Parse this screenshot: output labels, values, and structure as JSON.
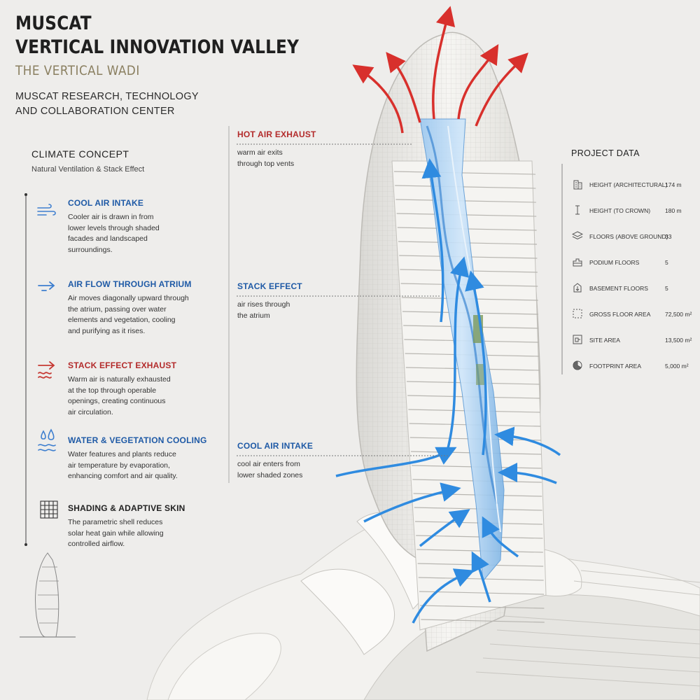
{
  "header": {
    "title_line1": "MUSCAT",
    "title_line2": "VERTICAL INNOVATION VALLEY",
    "subtitle": "THE VERTICAL WADI",
    "center_line1": "MUSCAT RESEARCH, TECHNOLOGY",
    "center_line2": "AND COLLABORATION CENTER"
  },
  "climate": {
    "heading": "CLIMATE CONCEPT",
    "subheading": "Natural Ventilation & Stack Effect",
    "items": [
      {
        "icon": "wind-icon",
        "title": "COOL AIR INTAKE",
        "color": "#1f5aa6",
        "lines": [
          "Cooler air is drawn in from",
          "lower levels through shaded",
          "facades and landscaped",
          "surroundings."
        ]
      },
      {
        "icon": "arrow-right-icon",
        "title": "AIR FLOW THROUGH ATRIUM",
        "color": "#1f5aa6",
        "lines": [
          "Air moves diagonally upward through",
          "the atrium, passing over water",
          "elements and vegetation, cooling",
          "and purifying as it rises."
        ]
      },
      {
        "icon": "heat-exhaust-icon",
        "title": "STACK EFFECT EXHAUST",
        "color": "#b32b2b",
        "lines": [
          "Warm air is naturally exhausted",
          "at the top through operable",
          "openings, creating continuous",
          "air circulation."
        ]
      },
      {
        "icon": "water-drops-icon",
        "title": "WATER & VEGETATION COOLING",
        "color": "#1f5aa6",
        "lines": [
          "Water features and plants reduce",
          "air temperature by evaporation,",
          "enhancing comfort and air quality."
        ]
      },
      {
        "icon": "grid-skin-icon",
        "title": "SHADING & ADAPTIVE SKIN",
        "color": "#222222",
        "lines": [
          "The parametric shell reduces",
          "solar heat gain while allowing",
          "controlled airflow."
        ]
      }
    ]
  },
  "callouts": [
    {
      "title": "HOT AIR EXHAUST",
      "color": "#b32b2b",
      "lines": [
        "warm air exits",
        "through top vents"
      ]
    },
    {
      "title": "STACK EFFECT",
      "color": "#1f5aa6",
      "lines": [
        "air rises through",
        "the atrium"
      ]
    },
    {
      "title": "COOL AIR INTAKE",
      "color": "#1f5aa6",
      "lines": [
        "cool air enters from",
        "lower shaded zones"
      ]
    }
  ],
  "project": {
    "heading": "PROJECT DATA",
    "rows": [
      {
        "icon": "building-height-icon",
        "label": "HEIGHT (ARCHITECTURAL)",
        "value": "174 m"
      },
      {
        "icon": "crown-height-icon",
        "label": "HEIGHT (TO CROWN)",
        "value": "180 m"
      },
      {
        "icon": "floors-stack-icon",
        "label": "FLOORS (ABOVE GROUND)",
        "value": "33"
      },
      {
        "icon": "podium-icon",
        "label": "PODIUM FLOORS",
        "value": "5"
      },
      {
        "icon": "basement-icon",
        "label": "BASEMENT FLOORS",
        "value": "5"
      },
      {
        "icon": "floor-area-icon",
        "label": "GROSS FLOOR AREA",
        "value": "72,500 m²"
      },
      {
        "icon": "site-area-icon",
        "label": "SITE AREA",
        "value": "13,500 m²"
      },
      {
        "icon": "footprint-icon",
        "label": "FOOTPRINT AREA",
        "value": "5,000 m²"
      }
    ]
  },
  "colors": {
    "cool_air": "#2f8be0",
    "hot_air": "#d8302c",
    "accent_gold": "#8a7f60"
  }
}
